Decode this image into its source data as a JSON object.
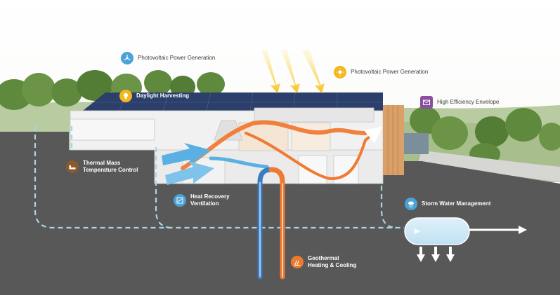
{
  "labels": {
    "pv_top": "Photovoltaic  Power Generation",
    "pv_sun": "Photovoltaic  Power Generation",
    "daylight": "Daylight Harvesting",
    "envelope": "High Efficiency Envelope",
    "thermal_mass": "Thermal Mass\nTemperature Control",
    "heat_recovery": "Heat Recovery\nVentilation",
    "storm_water": "Storm Water Management",
    "geothermal": "Geothermal\nHeating & Cooling"
  },
  "icons": {
    "pv_top": "wind-turbine-icon",
    "pv_sun": "sun-icon",
    "daylight": "lightbulb-icon",
    "envelope": "envelope-icon",
    "thermal_mass": "thermal-mass-icon",
    "heat_recovery": "heat-recovery-icon",
    "storm_water": "water-cloud-icon",
    "geothermal": "geothermal-icon"
  },
  "colors": {
    "pv_top": "#4aa3d8",
    "pv_sun": "#f2b81f",
    "daylight": "#f2b81f",
    "envelope": "#8a4f9e",
    "thermal_mass": "#8c5a2b",
    "heat_recovery": "#4aa3d8",
    "storm_water": "#4aa3d8",
    "geothermal": "#ee7a2e",
    "warm_flow": "#f07a32",
    "cool_flow": "#5ab0e3",
    "ground": "#585858",
    "dashed_line": "#a9d3ea"
  }
}
